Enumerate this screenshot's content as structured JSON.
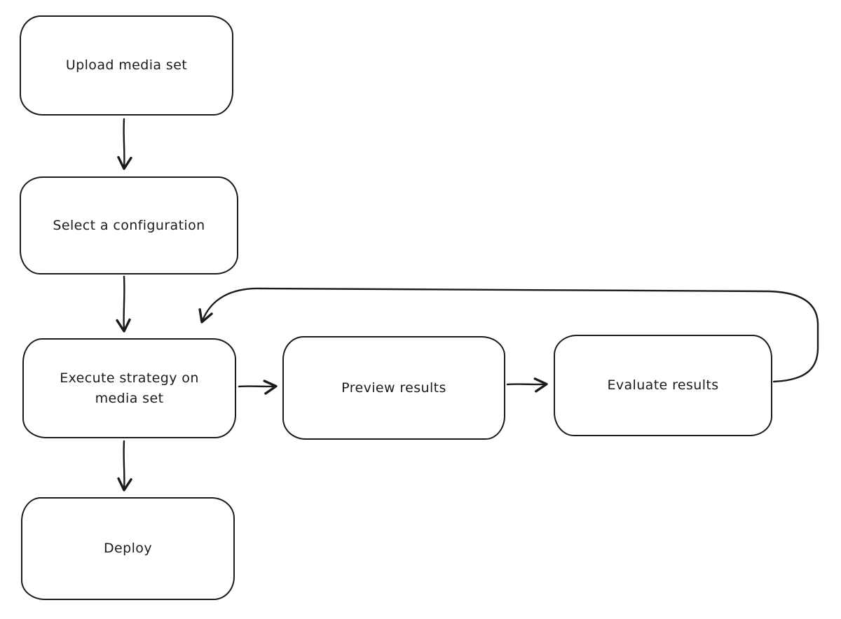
{
  "diagram": {
    "type": "flowchart",
    "style": "hand-drawn",
    "stroke_color": "#1b1b1b",
    "background_color": "#ffffff",
    "nodes": [
      {
        "id": "upload",
        "label": "Upload media set"
      },
      {
        "id": "select",
        "label": "Select a configuration"
      },
      {
        "id": "execute",
        "label": "Execute strategy on media set"
      },
      {
        "id": "preview",
        "label": "Preview results"
      },
      {
        "id": "evaluate",
        "label": "Evaluate results"
      },
      {
        "id": "deploy",
        "label": "Deploy"
      }
    ],
    "edges": [
      {
        "from": "upload",
        "to": "select",
        "direction": "down"
      },
      {
        "from": "select",
        "to": "execute",
        "direction": "down"
      },
      {
        "from": "execute",
        "to": "preview",
        "direction": "right"
      },
      {
        "from": "preview",
        "to": "evaluate",
        "direction": "right"
      },
      {
        "from": "evaluate",
        "to": "execute",
        "direction": "loop-back-left"
      },
      {
        "from": "execute",
        "to": "deploy",
        "direction": "down"
      }
    ]
  }
}
